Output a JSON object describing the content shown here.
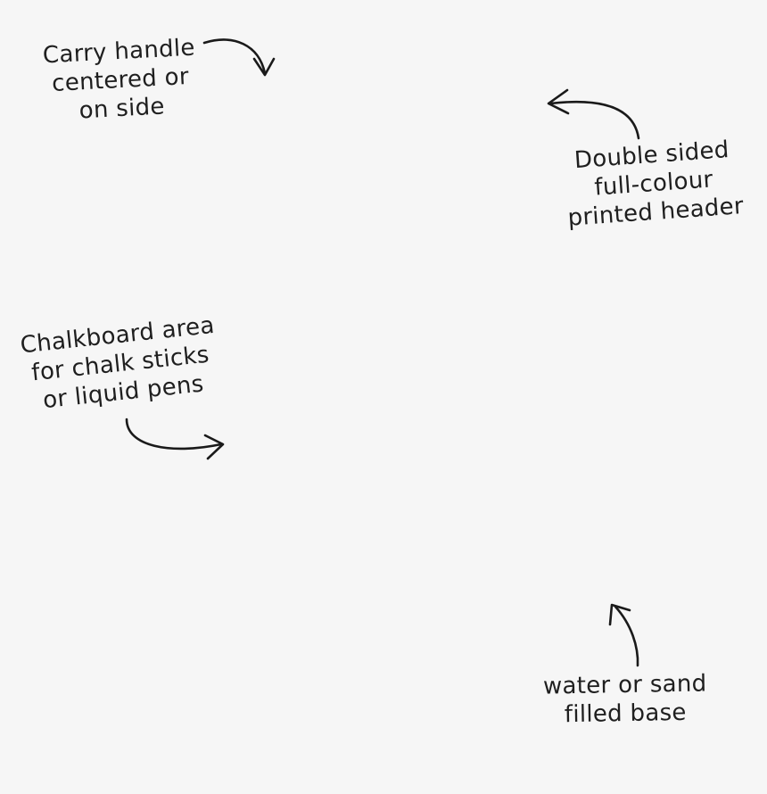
{
  "annotations": {
    "handle": {
      "lines": [
        "Carry handle",
        "centered or",
        "on side"
      ]
    },
    "header": {
      "lines": [
        "Double sided",
        "full-colour",
        "printed header"
      ]
    },
    "chalkboard": {
      "lines": [
        "Chalkboard area",
        "for chalk sticks",
        "or liquid pens"
      ]
    },
    "base": {
      "lines": [
        "water or sand",
        "filled base"
      ]
    }
  },
  "colors": {
    "background": "#f6f6f6",
    "ink": "#1a1a1a"
  }
}
